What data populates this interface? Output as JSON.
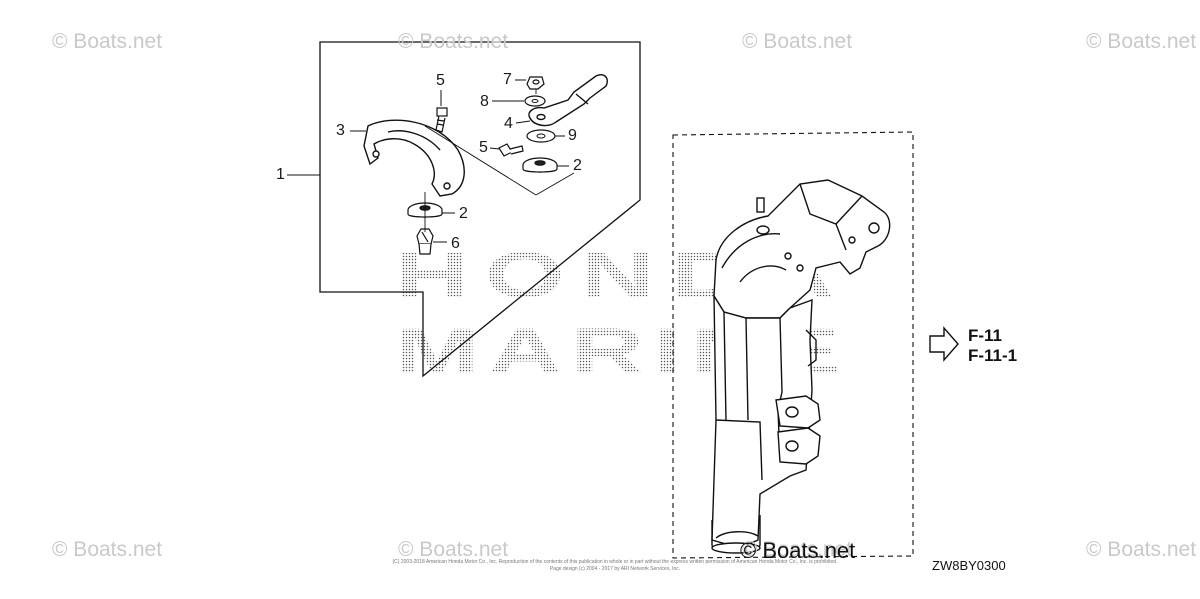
{
  "watermarks": [
    "© Boats.net",
    "© Boats.net",
    "© Boats.net",
    "© Boats.net",
    "© Boats.net",
    "© Boats.net",
    "© Boats.net",
    "© Boats.net"
  ],
  "callouts": {
    "c1": "1",
    "c2a": "2",
    "c2b": "2",
    "c3": "3",
    "c4": "4",
    "c5a": "5",
    "c5b": "5",
    "c6": "6",
    "c7": "7",
    "c8": "8",
    "c9": "9"
  },
  "references": [
    "F-11",
    "F-11-1"
  ],
  "diagram_code": "ZW8BY0300",
  "brand_watermark": "© Boats.net",
  "logo_text": [
    "HONDA",
    "MARINE"
  ],
  "copyright_lines": [
    "(C) 2003-2018 American Honda Motor Co., Inc. Reproduction of the contents of this publication in whole or in part without the express written permission of American Honda Motor Co., Inc. is prohibited.",
    "Page design (c) 2004 - 2017 by ARI Network Services, Inc."
  ]
}
